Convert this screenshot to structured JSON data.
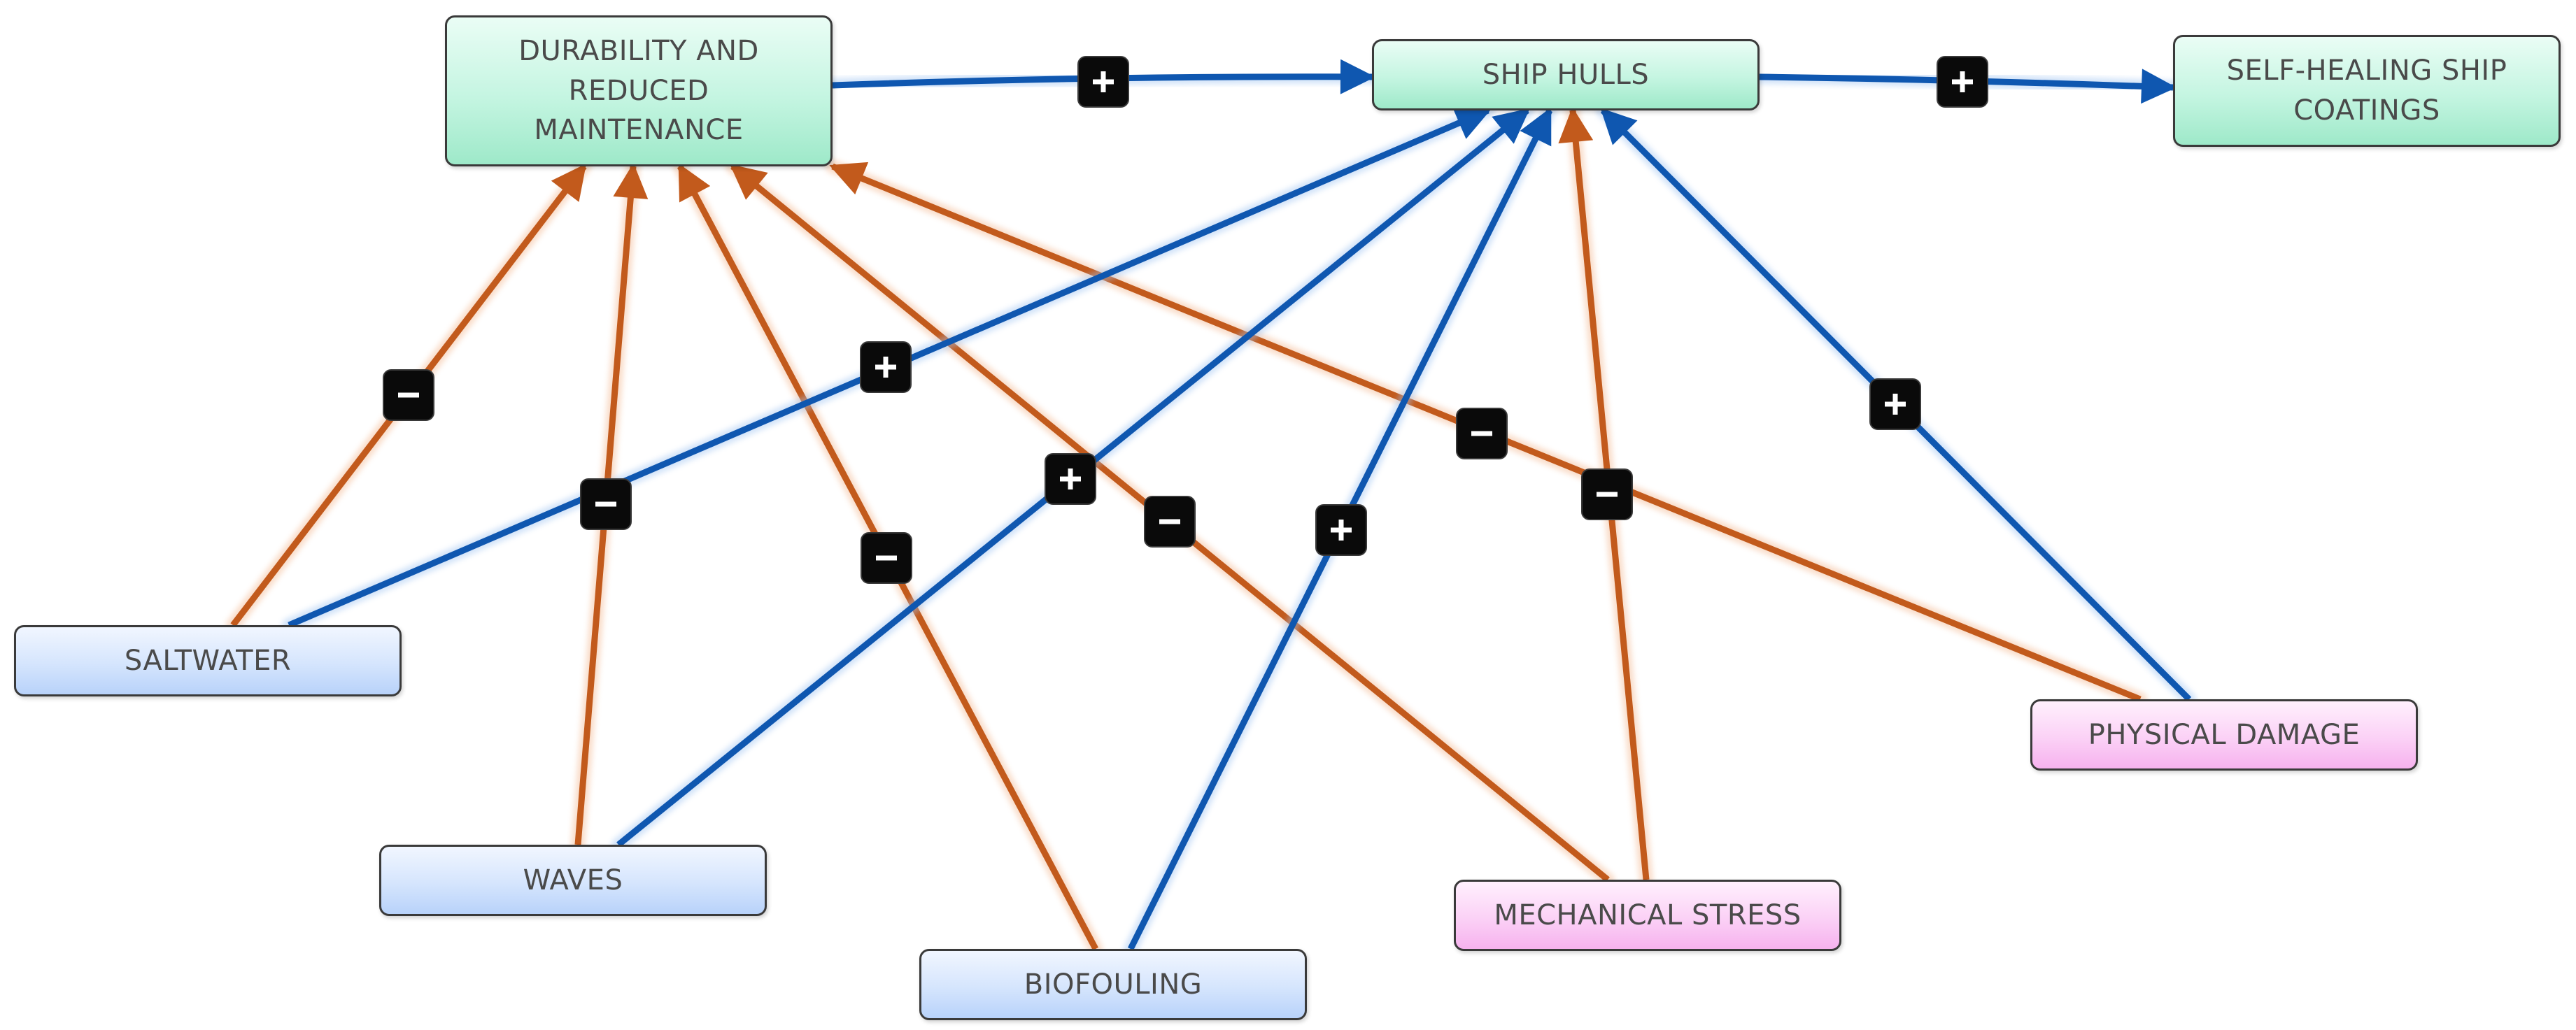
{
  "colors": {
    "positive_link": "#0f57b0",
    "negative_link": "#c25a1c",
    "badge_fill": "#0a0a0a",
    "badge_symbol": "#ffffff",
    "output_node": "#c4f5e1",
    "driver_node": "#d5e5fd",
    "threat_node": "#fbd1f6"
  },
  "nodes": {
    "durability": "DURABILITY AND\nREDUCED\nMAINTENANCE",
    "ship_hulls": "SHIP HULLS",
    "self_heal": "SELF-HEALING SHIP\nCOATINGS",
    "saltwater": "SALTWATER",
    "waves": "WAVES",
    "biofouling": "BIOFOULING",
    "mechanical_stress": "MECHANICAL STRESS",
    "physical_damage": "PHYSICAL DAMAGE"
  },
  "links": [
    {
      "id": "durability-to-shiphulls",
      "from": "durability",
      "to": "ship_hulls",
      "polarity": "+",
      "icon": "plus-icon"
    },
    {
      "id": "shiphulls-to-selfheal",
      "from": "ship_hulls",
      "to": "self_heal",
      "polarity": "+",
      "icon": "plus-icon"
    },
    {
      "id": "saltwater-to-durability",
      "from": "saltwater",
      "to": "durability",
      "polarity": "-",
      "icon": "minus-icon"
    },
    {
      "id": "waves-to-durability",
      "from": "waves",
      "to": "durability",
      "polarity": "-",
      "icon": "minus-icon"
    },
    {
      "id": "biofouling-to-durability",
      "from": "biofouling",
      "to": "durability",
      "polarity": "-",
      "icon": "minus-icon"
    },
    {
      "id": "mechstress-to-durability",
      "from": "mechanical_stress",
      "to": "durability",
      "polarity": "-",
      "icon": "minus-icon"
    },
    {
      "id": "physicaldamage-to-durability",
      "from": "physical_damage",
      "to": "durability",
      "polarity": "-",
      "icon": "minus-icon"
    },
    {
      "id": "saltwater-to-shiphulls",
      "from": "saltwater",
      "to": "ship_hulls",
      "polarity": "+",
      "icon": "plus-icon"
    },
    {
      "id": "waves-to-shiphulls",
      "from": "waves",
      "to": "ship_hulls",
      "polarity": "+",
      "icon": "plus-icon"
    },
    {
      "id": "biofouling-to-shiphulls",
      "from": "biofouling",
      "to": "ship_hulls",
      "polarity": "+",
      "icon": "plus-icon"
    },
    {
      "id": "mechstress-to-shiphulls",
      "from": "mechanical_stress",
      "to": "ship_hulls",
      "polarity": "-",
      "icon": "minus-icon"
    },
    {
      "id": "physicaldamage-to-shiphulls",
      "from": "physical_damage",
      "to": "ship_hulls",
      "polarity": "+",
      "icon": "plus-icon"
    }
  ]
}
